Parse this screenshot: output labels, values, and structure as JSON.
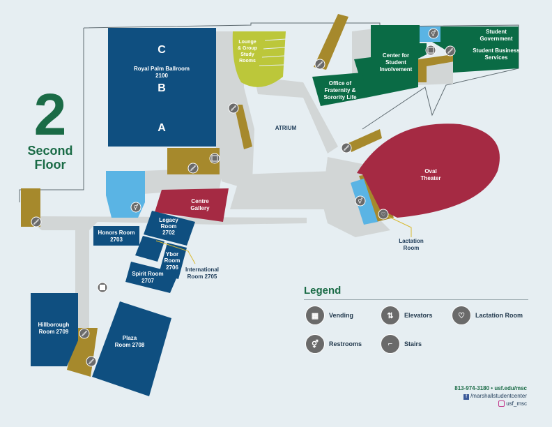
{
  "floor": {
    "number": "2",
    "line1": "Second",
    "line2": "Floor"
  },
  "rooms": {
    "ballroom": {
      "name": "Royal Palm Ballroom",
      "number": "2100",
      "section_c": "C",
      "section_b": "B",
      "section_a": "A"
    },
    "lounge": {
      "line1": "Lounge",
      "line2": "& Group",
      "line3": "Study",
      "line4": "Rooms"
    },
    "atrium": "ATRIUM",
    "csi": {
      "line1": "Center for",
      "line2": "Student",
      "line3": "Involvement"
    },
    "student_gov": {
      "line1": "Student",
      "line2": "Government"
    },
    "sbs": {
      "line1": "Student Business",
      "line2": "Services"
    },
    "ofsl": {
      "line1": "Office of",
      "line2": "Fraternity &",
      "line3": "Sorority Life"
    },
    "oval": {
      "line1": "Oval",
      "line2": "Theater"
    },
    "lactation": {
      "line1": "Lactation",
      "line2": "Room"
    },
    "centre": {
      "line1": "Centre",
      "line2": "Gallery"
    },
    "honors": {
      "line1": "Honors Room",
      "line2": "2703"
    },
    "legacy": {
      "line1": "Legacy",
      "line2": "Room",
      "line3": "2702"
    },
    "ybor": {
      "line1": "Ybor",
      "line2": "Room",
      "line3": "2706"
    },
    "international": {
      "line1": "International",
      "line2": "Room 2705"
    },
    "spirit": {
      "line1": "Spirit Room",
      "line2": "2707"
    },
    "hillsborough": {
      "line1": "Hillborough",
      "line2": "Room 2709"
    },
    "plaza": {
      "line1": "Plaza",
      "line2": "Room 2708"
    }
  },
  "legend": {
    "title": "Legend",
    "items": [
      {
        "label": "Vending",
        "icon": "vending-icon"
      },
      {
        "label": "Elevators",
        "icon": "elevator-icon"
      },
      {
        "label": "Lactation Room",
        "icon": "lactation-icon"
      },
      {
        "label": "Restrooms",
        "icon": "restroom-icon"
      },
      {
        "label": "Stairs",
        "icon": "stairs-icon"
      }
    ]
  },
  "contact": {
    "phone_web": "813-974-3180 • usf.edu/msc",
    "facebook": "/marshallstudentcenter",
    "instagram": "usf_msc"
  },
  "colors": {
    "background": "#e6eef2",
    "corridor": "#d2d6d6",
    "navy": "#0f4f80",
    "green": "#0a6b45",
    "olive": "#a6892c",
    "lime": "#bcc73a",
    "crimson": "#a52a43",
    "light_blue": "#5ab4e4",
    "icon_grey": "#6a6a6a",
    "accent": "#1a6b46"
  }
}
